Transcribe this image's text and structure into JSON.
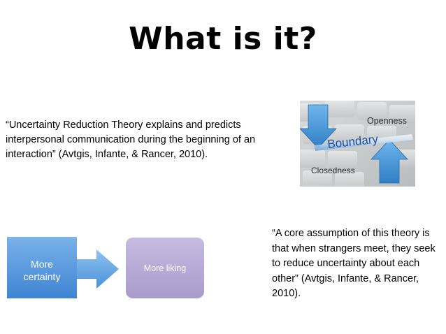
{
  "slide": {
    "title": "What is it?",
    "left_quote": "“Uncertainty Reduction Theory explains and predicts interpersonal communication during the beginning of an interaction” (Avtgis, Infante, & Rancer, 2010).",
    "right_quote": "“A core assumption of this theory is that when strangers meet, they seek to reduce uncertainty about each other” (Avtgis, Infante, & Rancer, 2010)."
  },
  "boundary_image": {
    "openness_label": "Openness",
    "boundary_label": "Boundary",
    "closedness_label": "Closedness",
    "arrow_color": "#3f95d8",
    "boundary_text_color": "#1d4f9a"
  },
  "flow_diagram": {
    "box1_label_line1": "More",
    "box1_label_line2": "certainty",
    "box2_label": "More liking",
    "box1_color": "#4a8fd8",
    "box2_color": "#b6a9d3"
  }
}
